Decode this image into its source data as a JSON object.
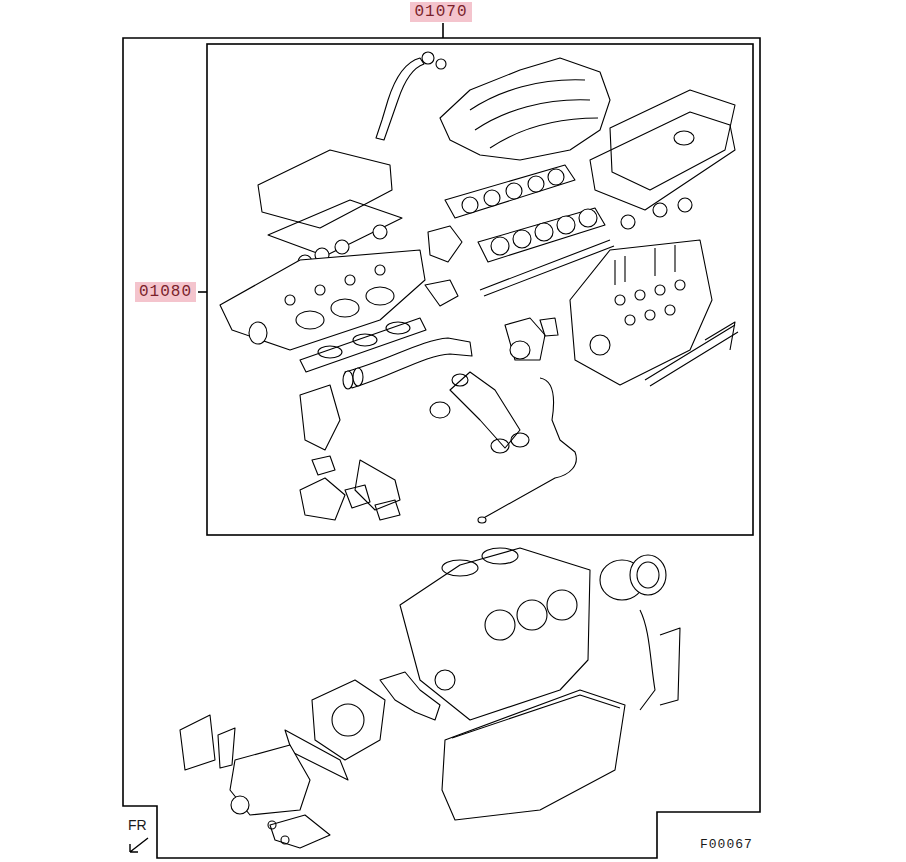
{
  "diagram": {
    "labels": [
      "01070",
      "01080",
      "FR",
      "F00067"
    ]
  }
}
